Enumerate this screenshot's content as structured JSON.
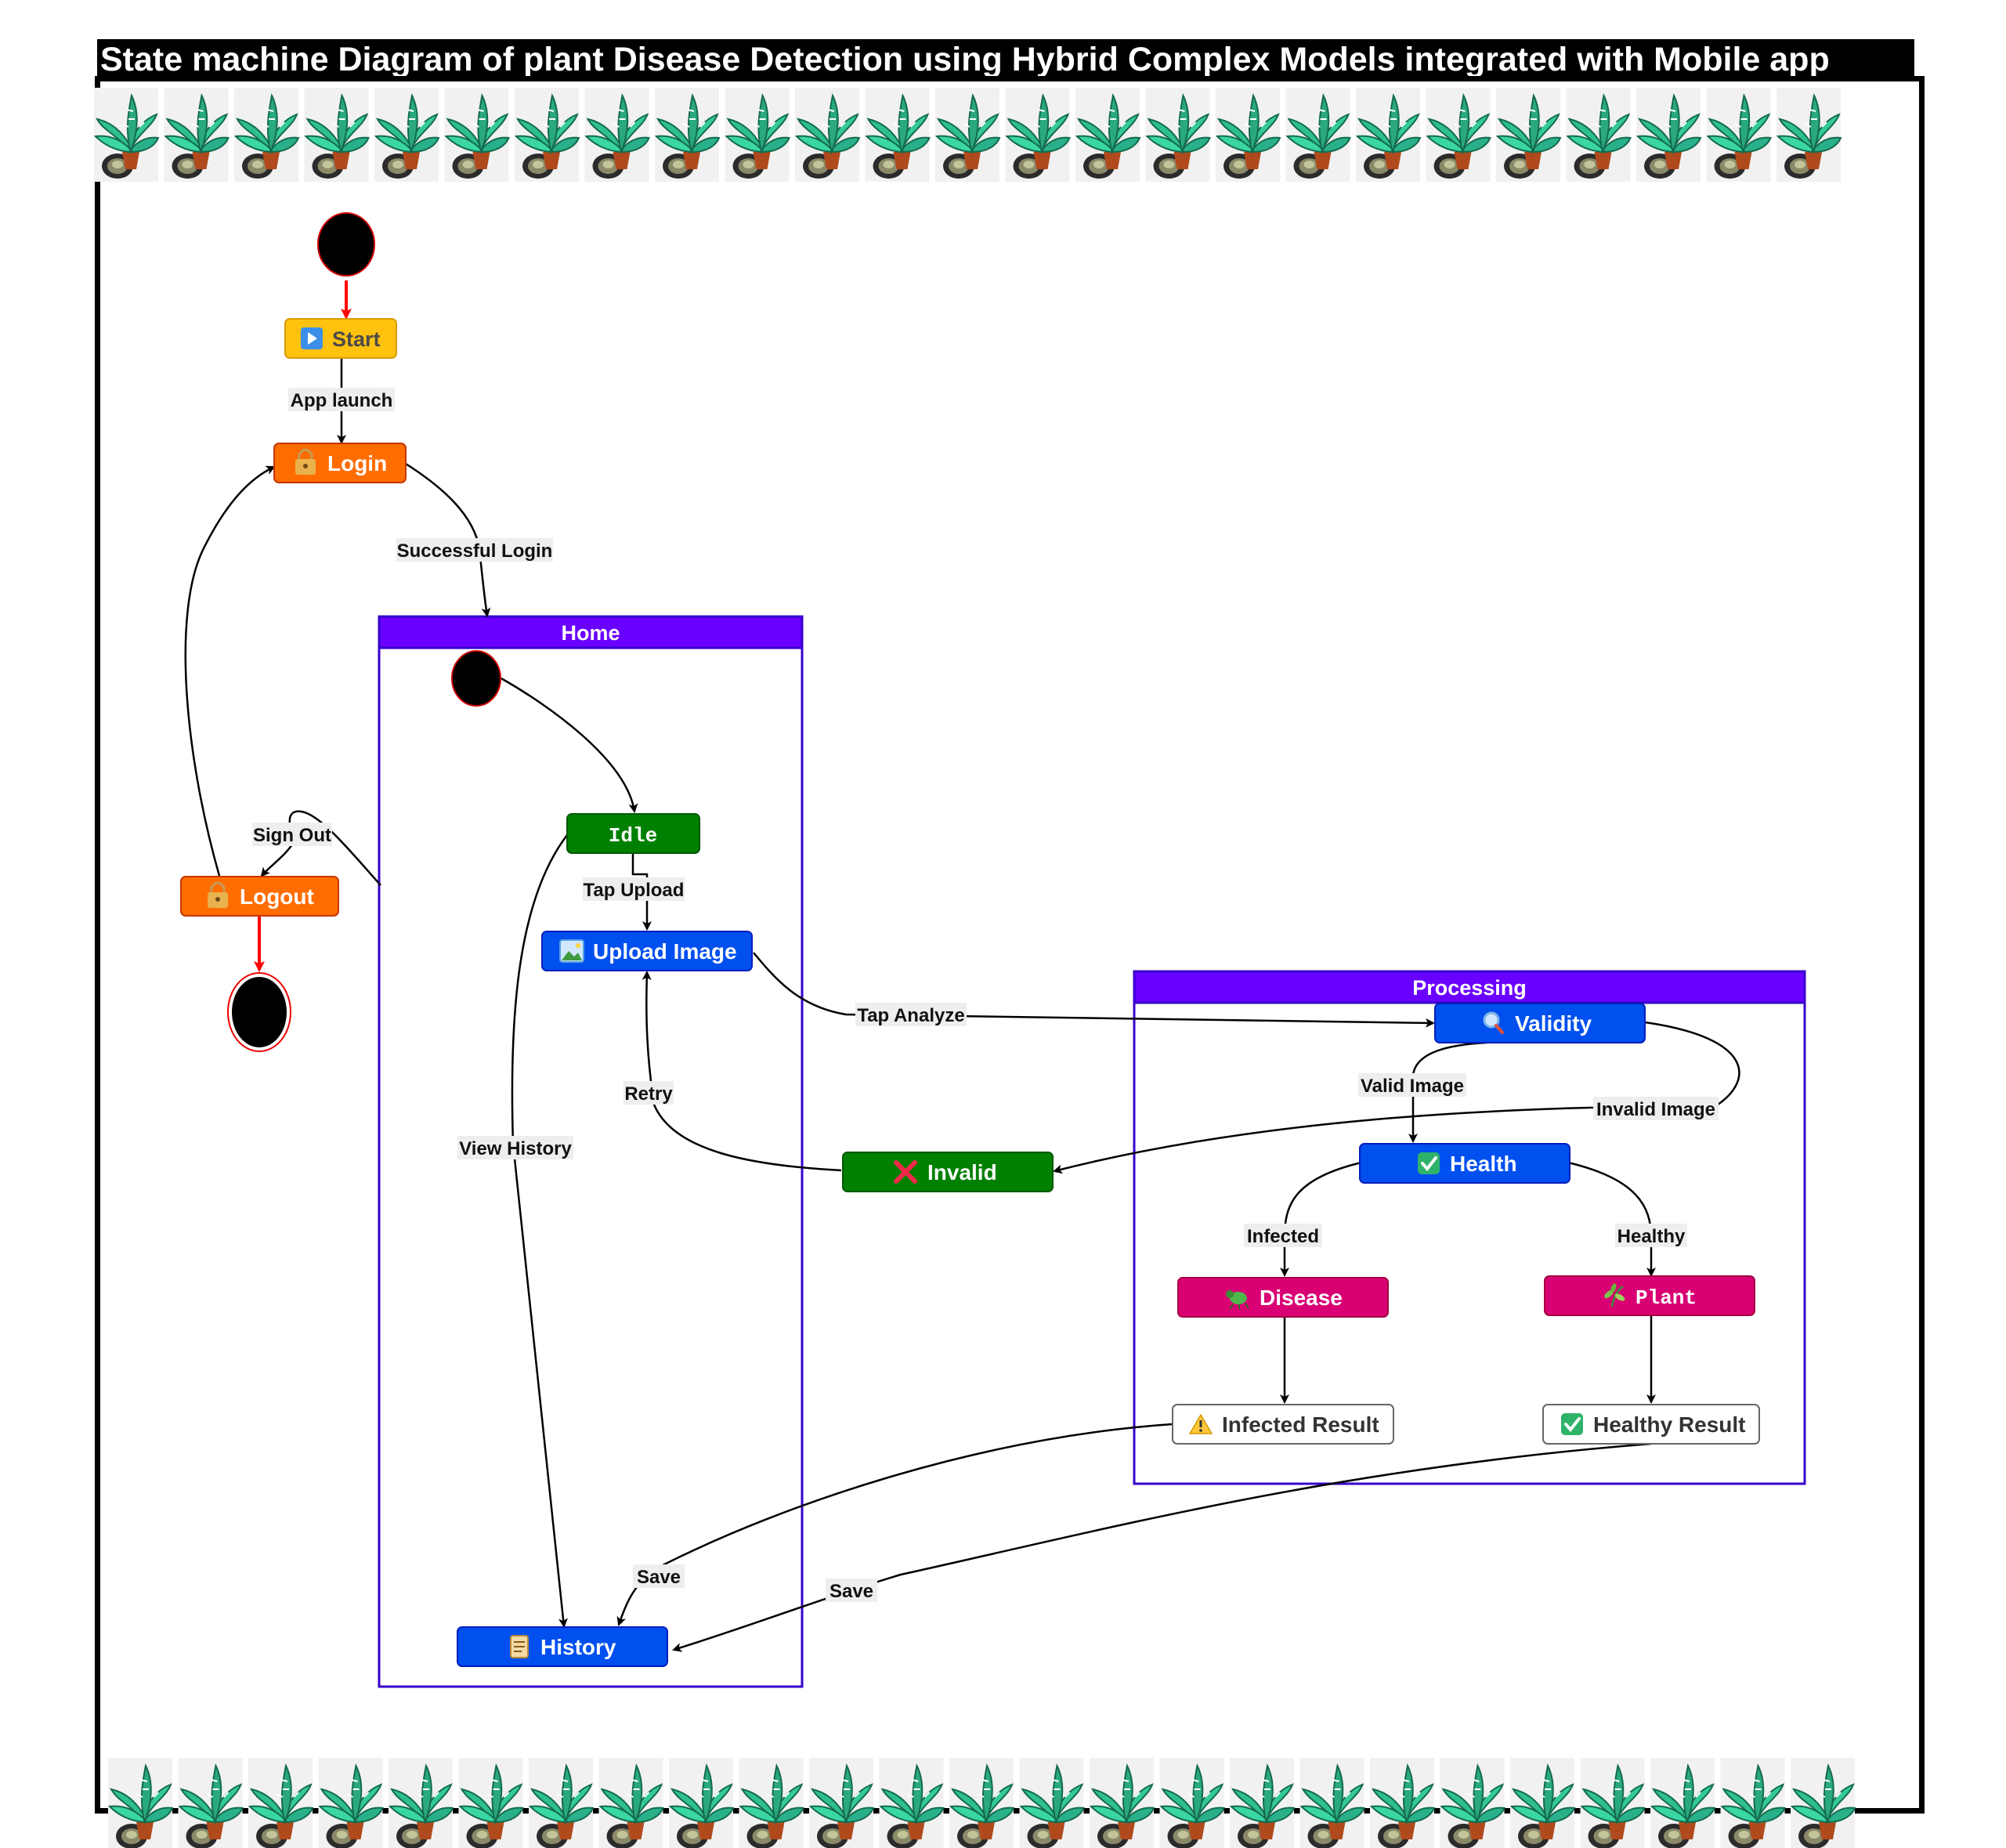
{
  "title": "State machine Diagram of plant Disease Detection using Hybrid Complex Models integrated with Mobile app",
  "colors": {
    "start": "#FFC20E",
    "orange": "#FF6D00",
    "green": "#008000",
    "blue": "#0050EF",
    "magenta": "#D80073",
    "composite": "#6A00FF",
    "initial": "#000000",
    "arrow_red": "#FF0000"
  },
  "decoration": {
    "border_icon": "potted-plant-icon"
  },
  "states": {
    "start": {
      "icon": "play-icon",
      "label": "Start"
    },
    "login": {
      "icon": "lock-icon",
      "label": "Login"
    },
    "logout": {
      "icon": "lock-icon",
      "label": "Logout"
    },
    "idle": {
      "label": "Idle"
    },
    "upload_image": {
      "icon": "image-icon",
      "label": "Upload Image"
    },
    "invalid": {
      "icon": "cross-icon",
      "label": "Invalid"
    },
    "history": {
      "icon": "scroll-icon",
      "label": "History"
    },
    "validity": {
      "icon": "magnifier-icon",
      "label": "Validity"
    },
    "health": {
      "icon": "check-icon",
      "label": "Health"
    },
    "disease": {
      "icon": "bug-icon",
      "label": "Disease"
    },
    "plant": {
      "icon": "herb-icon",
      "label": "Plant"
    },
    "infected_result": {
      "icon": "warning-icon",
      "label": "Infected Result"
    },
    "healthy_result": {
      "icon": "check-icon",
      "label": "Healthy Result"
    }
  },
  "composites": {
    "home": {
      "label": "Home"
    },
    "processing": {
      "label": "Processing"
    }
  },
  "transitions": {
    "app_launch": "App launch",
    "successful_login": "Successful Login",
    "sign_out": "Sign Out",
    "tap_upload": "Tap Upload",
    "tap_analyze": "Tap Analyze",
    "retry": "Retry",
    "view_history": "View History",
    "valid_image": "Valid Image",
    "invalid_image": "Invalid Image",
    "infected": "Infected",
    "healthy": "Healthy",
    "save_infected": "Save",
    "save_healthy": "Save"
  }
}
